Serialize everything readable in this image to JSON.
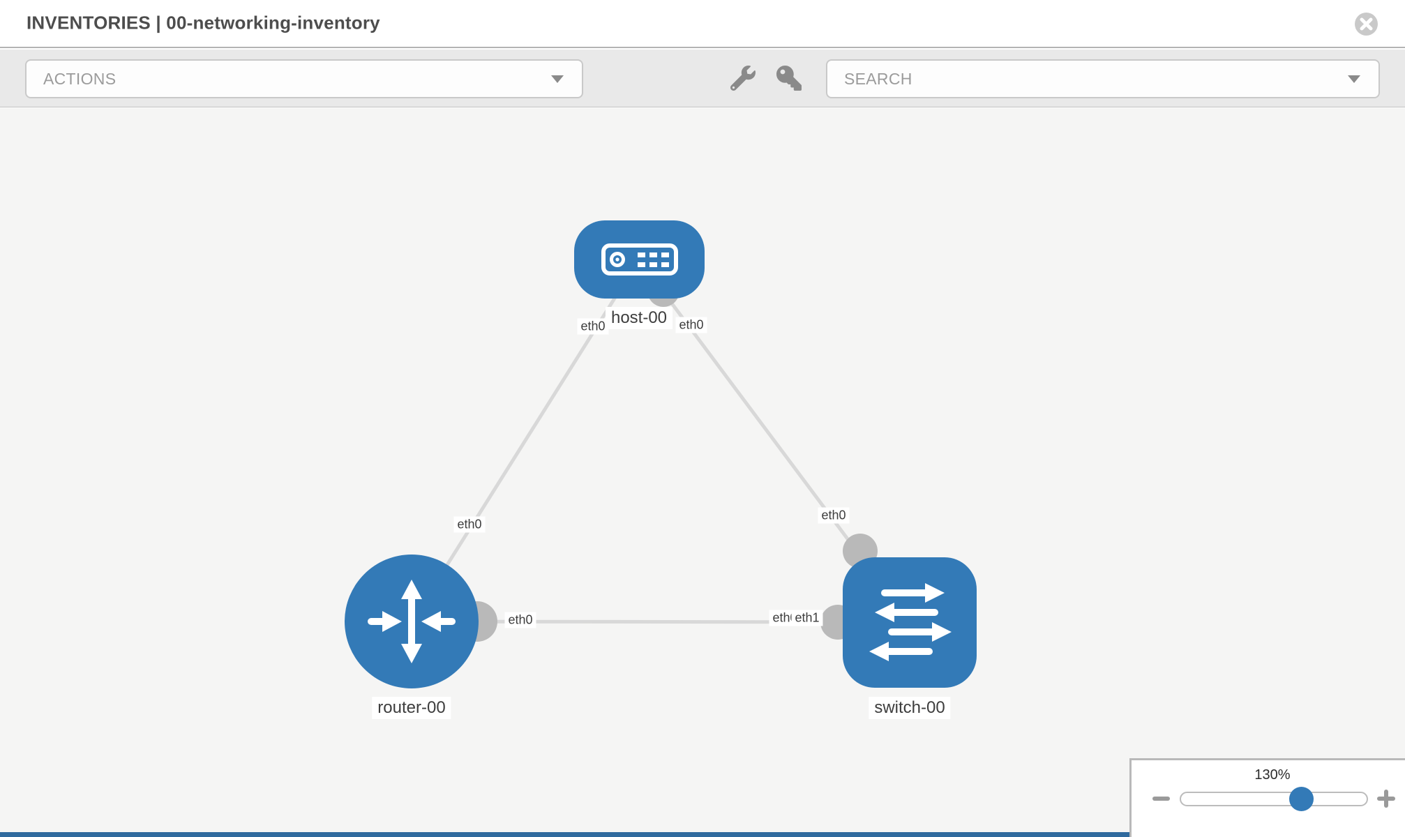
{
  "header": {
    "title": "INVENTORIES | 00-networking-inventory"
  },
  "toolbar": {
    "actions_placeholder": "ACTIONS",
    "search_placeholder": "SEARCH"
  },
  "topology": {
    "nodes": [
      {
        "id": "host-00",
        "type": "host",
        "label": "host-00"
      },
      {
        "id": "router-00",
        "type": "router",
        "label": "router-00"
      },
      {
        "id": "switch-00",
        "type": "switch",
        "label": "switch-00"
      }
    ],
    "links": [
      {
        "from": "host-00",
        "from_interface": "eth0",
        "to": "router-00",
        "to_interface": "eth0"
      },
      {
        "from": "host-00",
        "from_interface": "eth0",
        "to": "switch-00",
        "to_interface": "eth0"
      },
      {
        "from": "router-00",
        "from_interface": "eth0",
        "to": "switch-00",
        "to_interface": "eth1"
      }
    ],
    "interface_labels": {
      "host_end_to_router": "eth0",
      "host_end_to_switch": "eth0",
      "router_end_to_host": "eth0",
      "switch_end_to_host": "eth0",
      "router_end_to_switch": "eth0",
      "switch_end_under": "eth0",
      "switch_end_over": "eth1"
    }
  },
  "zoom_control": {
    "level": "130%"
  },
  "colors": {
    "node_blue": "#337ab7",
    "link_gray": "#d8d8d8",
    "interface_dot_gray": "#b9b9b9",
    "canvas_bg": "#f5f5f4",
    "toolbar_bg": "#e9e9e9",
    "bottom_strip_blue": "#2f6a9e"
  }
}
